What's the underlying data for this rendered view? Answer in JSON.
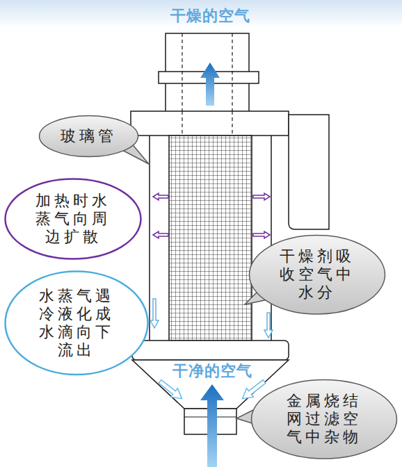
{
  "diagram": {
    "nodes": [
      {
        "text": [
          "玻璃管"
        ]
      },
      {
        "text": [
          "加热时水蒸气向周边扩散"
        ]
      },
      {
        "text": [
          "干燥剂吸收空气中水分"
        ]
      },
      {
        "text": [
          "水蒸气遇冷液化成水滴向下流出"
        ]
      },
      {
        "text": [
          "金属烧结网过滤空气中杂物"
        ]
      }
    ],
    "labels": [
      "干燥的空气",
      "干净的空气"
    ]
  }
}
